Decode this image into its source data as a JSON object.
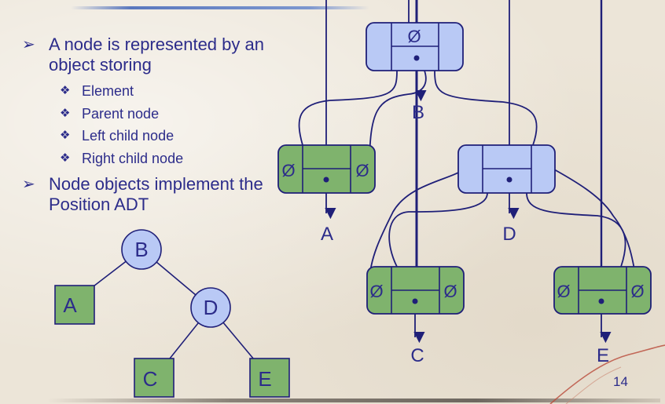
{
  "bullets": [
    {
      "text": "A node is represented by an object storing",
      "children": [
        "Element",
        "Parent node",
        "Left child node",
        "Right child node"
      ]
    },
    {
      "text": "Node objects implement the Position ADT",
      "children": []
    }
  ],
  "null_symbol": "Ø",
  "tree": {
    "root": "B",
    "left_leaf": "A",
    "internal": "D",
    "leaf_c": "C",
    "leaf_e": "E"
  },
  "linked": {
    "b_label": "B",
    "a_label": "A",
    "d_label": "D",
    "c_label": "C",
    "e_label": "E"
  },
  "slide_number": "14",
  "colors": {
    "text": "#2c2c8a",
    "internal_fill": "#b9c9f5",
    "leaf_fill": "#7fb36d",
    "line": "#1f1f78"
  }
}
